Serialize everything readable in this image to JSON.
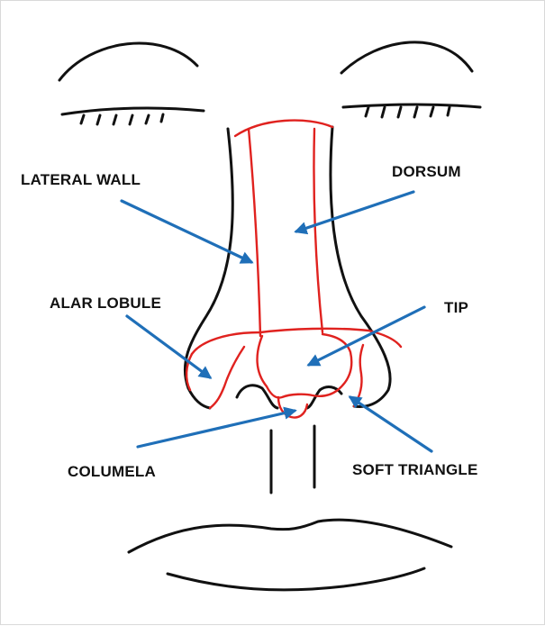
{
  "labels": {
    "lateral_wall": "LATERAL WALL",
    "dorsum": "DORSUM",
    "alar_lobule": "ALAR LOBULE",
    "tip": "TIP",
    "columela": "COLUMELA",
    "soft_triangle": "SOFT TRIANGLE"
  },
  "colors": {
    "outline": "#111111",
    "subunit_lines": "#e0221f",
    "arrows": "#1f6fb8",
    "background": "#ffffff"
  }
}
